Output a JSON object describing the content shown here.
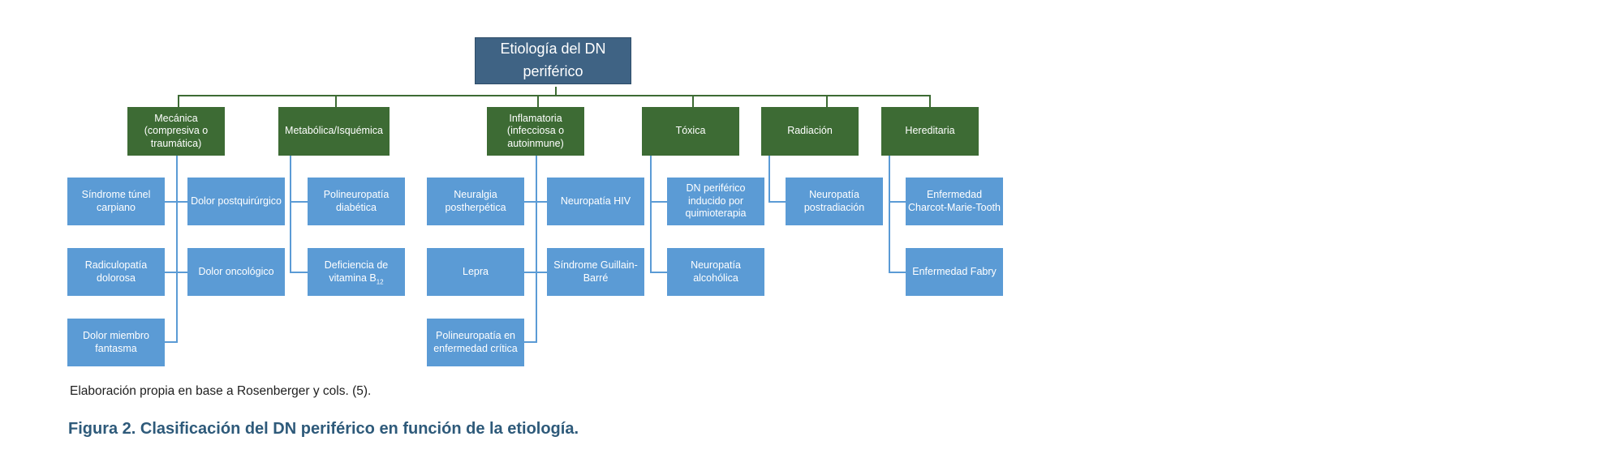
{
  "diagram": {
    "root": "Etiología del DN periférico",
    "categories": [
      {
        "id": "mecanica",
        "label": "Mecánica (compresiva o traumática)",
        "leaves": [
          "Síndrome túnel carpiano",
          "Dolor postquirúrgico",
          "Radiculopatía dolorosa",
          "Dolor oncológico",
          "Dolor miembro fantasma"
        ]
      },
      {
        "id": "metabolica",
        "label": "Metabólica/Isquémica",
        "leaves": [
          "Polineuropatía diabética",
          "Deficiencia de vitamina B",
          "12"
        ]
      },
      {
        "id": "inflamatoria",
        "label": "Inflamatoria (infecciosa o autoinmune)",
        "leaves": [
          "Neuralgia postherpética",
          "Neuropatía HIV",
          "Lepra",
          "Síndrome Guillain-Barré",
          "Polineuropatía en enfermedad crítica"
        ]
      },
      {
        "id": "toxica",
        "label": "Tóxica",
        "leaves": [
          "DN periférico inducido por quimioterapia",
          "Neuropatía alcohólica"
        ]
      },
      {
        "id": "radiacion",
        "label": "Radiación",
        "leaves": [
          "Neuropatía postradiación"
        ]
      },
      {
        "id": "hereditaria",
        "label": "Hereditaria",
        "leaves": [
          "Enfermedad Charcot-Marie-Tooth",
          "Enfermedad Fabry"
        ]
      }
    ]
  },
  "caption": "Elaboración propia en base a Rosenberger y cols. (5).",
  "figure_title": "Figura 2. Clasificación del DN periférico en función de la etiología.",
  "colors": {
    "root": "#3f6384",
    "category": "#3d6b34",
    "leaf": "#5b9bd5",
    "title": "#2e5a7a"
  }
}
